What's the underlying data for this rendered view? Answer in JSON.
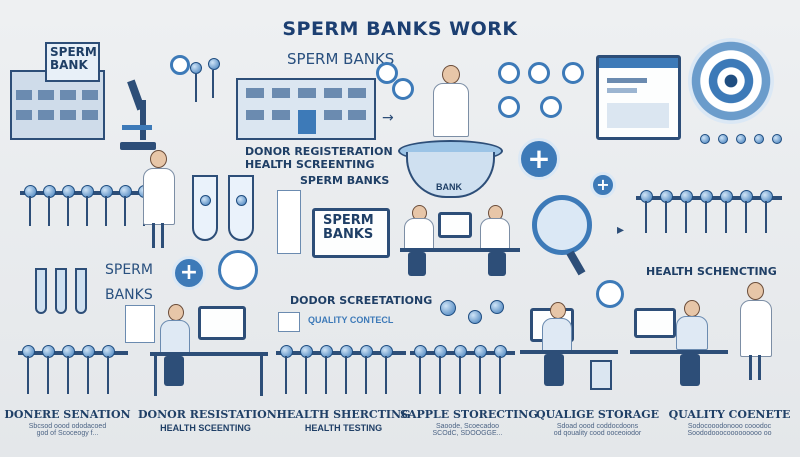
{
  "title": "SPERM BANKS WORK",
  "building_sign": "SPERM\nBANK",
  "top_labels": {
    "sperm_banks": "SPERM BANKS",
    "donor_registration": "DONOR REGISTERATION",
    "health_screening": "HEALTH SCREENTING",
    "sperm_banks_mid": "SPERM BANKS",
    "bowl_label": "BANK",
    "banner": "SPERM\nBANKS"
  },
  "mid_labels": {
    "sperm_left": "SPERM",
    "banks_left": "BANKS",
    "donor_screening": "DODOR SCREETATIONG",
    "quality_control": "QUALITY CONTECL",
    "health_schencting": "HEALTH SCHENCTING"
  },
  "bottom_sections": [
    {
      "title": "DONERE SENATION",
      "caption": "Sbcsod oood ododacoed\ngod of Scoceogy f..."
    },
    {
      "title": "DONOR RESISTATION",
      "caption": "HEALTH SCEENTING"
    },
    {
      "title": "HEALTH SHERCTING",
      "caption": "HEALTH TESTING"
    },
    {
      "title": "SAPPLE STORECTING",
      "caption": "Saoode, Scoecadoo\nSCOdC, SDOOGGE..."
    },
    {
      "title": "QUALIGE STORAGE",
      "caption": "Sdoad oood coddocdoons\nod qouality cood ooceoiodor"
    },
    {
      "title": "QUALITY COENETE",
      "caption": "Sodocooodonooo cooodoc\nSoododooocooooooooo oo"
    }
  ],
  "colors": {
    "accent": "#3d7ab8",
    "dark": "#1f3f66",
    "background": "#e9ecef"
  }
}
